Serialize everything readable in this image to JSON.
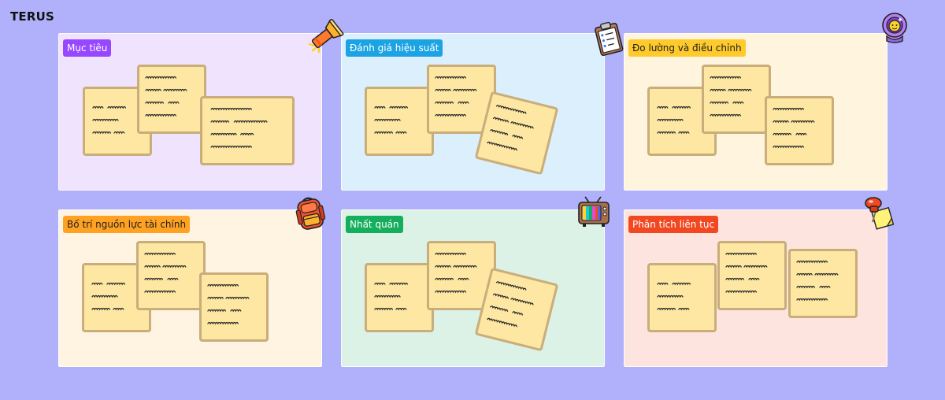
{
  "brand": "TERUS",
  "panels": [
    {
      "title": "Mục tiêu",
      "bg": "#efe3fd",
      "tag_bg": "#9747ff",
      "tag_fg": "#ffffff",
      "sticker": "flashlight-icon"
    },
    {
      "title": "Đánh giá hiệu suất",
      "bg": "#dceffd",
      "tag_bg": "#1ba3e3",
      "tag_fg": "#ffffff",
      "sticker": "clipboard-checklist-icon"
    },
    {
      "title": "Đo lường và điều chỉnh",
      "bg": "#fff5de",
      "tag_bg": "#ffca2c",
      "tag_fg": "#1e1e1e",
      "sticker": "astronaut-icon"
    },
    {
      "title": "Bố trí nguồn lực tài chính",
      "bg": "#fff3e2",
      "tag_bg": "#ffa223",
      "tag_fg": "#1e1e1e",
      "sticker": "backpack-icon"
    },
    {
      "title": "Nhất quán",
      "bg": "#dcf2e6",
      "tag_bg": "#14ae5c",
      "tag_fg": "#ffffff",
      "sticker": "television-icon"
    },
    {
      "title": "Phân tích liên tục",
      "bg": "#fee4de",
      "tag_bg": "#f24822",
      "tag_fg": "#ffffff",
      "sticker": "pushpin-note-icon"
    }
  ]
}
